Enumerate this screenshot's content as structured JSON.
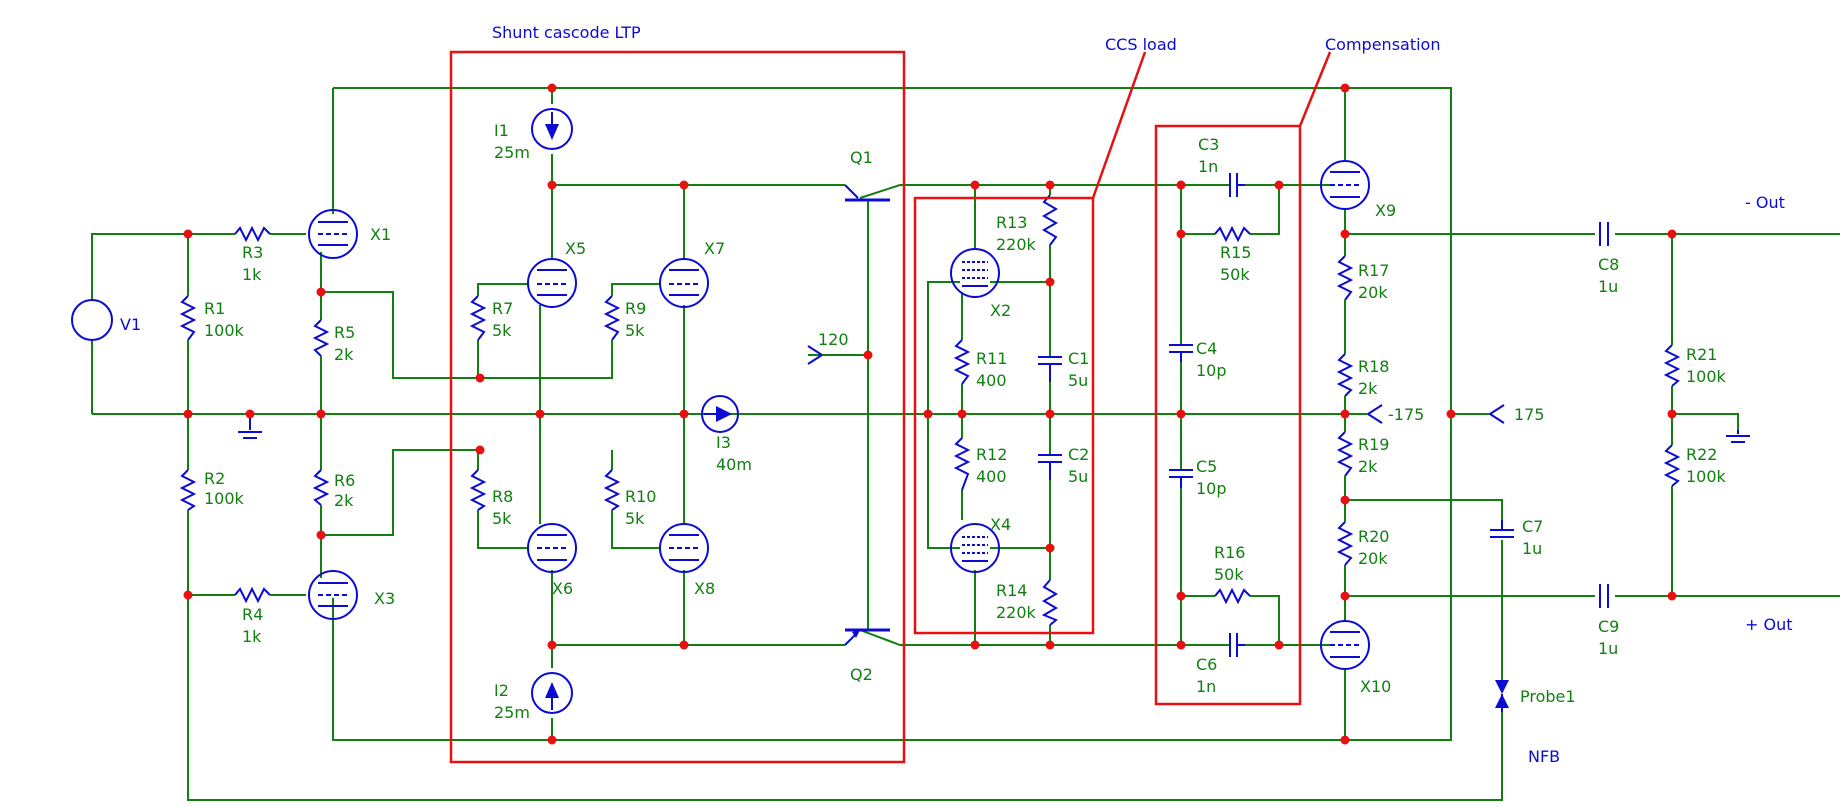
{
  "annotations": {
    "shunt_cascode": "Shunt cascode LTP",
    "ccs_load": "CCS load",
    "compensation": "Compensation"
  },
  "components": {
    "V1": "V1",
    "R1": "R1",
    "R1_val": "100k",
    "R2": "R2",
    "R2_val": "100k",
    "R3": "R3",
    "R3_val": "1k",
    "R4": "R4",
    "R4_val": "1k",
    "R5": "R5",
    "R5_val": "2k",
    "R6": "R6",
    "R6_val": "2k",
    "R7": "R7",
    "R7_val": "5k",
    "R8": "R8",
    "R8_val": "5k",
    "R9": "R9",
    "R9_val": "5k",
    "R10": "R10",
    "R10_val": "5k",
    "R11": "R11",
    "R11_val": "400",
    "R12": "R12",
    "R12_val": "400",
    "R13": "R13",
    "R13_val": "220k",
    "R14": "R14",
    "R14_val": "220k",
    "R15": "R15",
    "R15_val": "50k",
    "R16": "R16",
    "R16_val": "50k",
    "R17": "R17",
    "R17_val": "20k",
    "R18": "R18",
    "R18_val": "2k",
    "R19": "R19",
    "R19_val": "2k",
    "R20": "R20",
    "R20_val": "20k",
    "R21": "R21",
    "R21_val": "100k",
    "R22": "R22",
    "R22_val": "100k",
    "C1": "C1",
    "C1_val": "5u",
    "C2": "C2",
    "C2_val": "5u",
    "C3": "C3",
    "C3_val": "1n",
    "C4": "C4",
    "C4_val": "10p",
    "C5": "C5",
    "C5_val": "10p",
    "C6": "C6",
    "C6_val": "1n",
    "C7": "C7",
    "C7_val": "1u",
    "C8": "C8",
    "C8_val": "1u",
    "C9": "C9",
    "C9_val": "1u",
    "I1": "I1",
    "I1_val": "25m",
    "I2": "I2",
    "I2_val": "25m",
    "I3": "I3",
    "I3_val": "40m",
    "Q1": "Q1",
    "Q2": "Q2",
    "X1": "X1",
    "X2": "X2",
    "X3": "X3",
    "X4": "X4",
    "X5": "X5",
    "X6": "X6",
    "X7": "X7",
    "X8": "X8",
    "X9": "X9",
    "X10": "X10",
    "Probe1": "Probe1"
  },
  "nets": {
    "v120": "120",
    "vneg175": "-175",
    "v175": "175",
    "out_neg": "- Out",
    "out_pos": "+ Out",
    "nfb": "NFB"
  },
  "colors": {
    "wire": "#118011",
    "component": "#0b0bd4",
    "node": "#e81010",
    "box": "#e81010",
    "label": "#118011",
    "annotation": "#0b0bd4"
  }
}
